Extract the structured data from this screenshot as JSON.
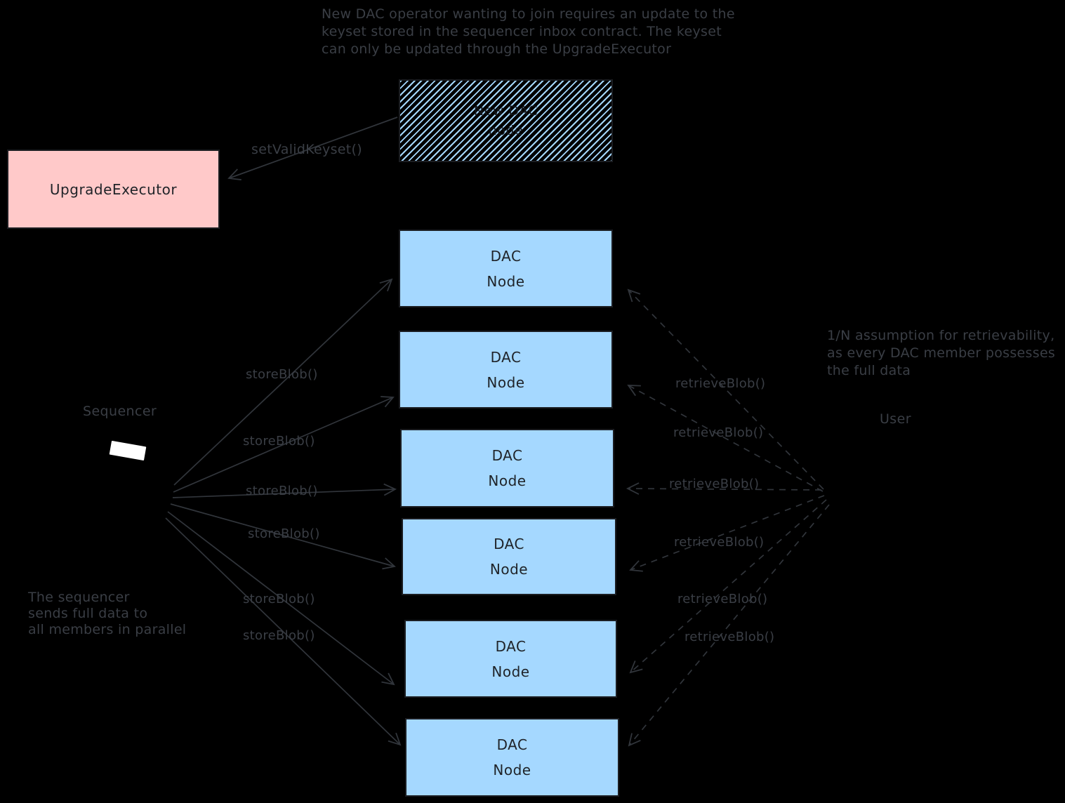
{
  "colors": {
    "background": "#000000",
    "dac_node_fill": "#a5d8ff",
    "upgrade_executor_fill": "#ffc9c9",
    "hatch_line": "#a5d8ff",
    "annotation_gray": "#3a3e45",
    "arrow_gray": "#31353b",
    "box_text": "#1f2328",
    "sequencer_screen": "#ffffff"
  },
  "notes": {
    "keyset": [
      "New DAC operator wanting to join requires an update to the",
      "keyset stored in the sequencer inbox contract. The keyset",
      "can only be updated through the UpgradeExecutor"
    ],
    "retrievability": [
      "1/N assumption for retrievability,",
      "as every DAC member possesses",
      "the full data"
    ],
    "parallel": [
      "The sequencer",
      "sends full data to",
      "all members in parallel"
    ]
  },
  "nodes": {
    "upgrade_executor": "UpgradeExecutor",
    "new_dac_node": [
      "New DAC",
      "node"
    ],
    "dac_node": [
      "DAC",
      "Node"
    ],
    "sequencer": "Sequencer",
    "user": "User"
  },
  "edges": {
    "set_valid_keyset": "setValidKeyset()",
    "store_blob": [
      "storeBlob()",
      "storeBlob()",
      "storeBlob()",
      "storeBlob()",
      "storeBlob()",
      "storeBlob()"
    ],
    "retrieve_blob": [
      "retrieveBlob()",
      "retrieveBlob()",
      "retrieveBlob()",
      "retrieveBlob()",
      "retrieveBlob()",
      "retrieveBlob()"
    ]
  }
}
